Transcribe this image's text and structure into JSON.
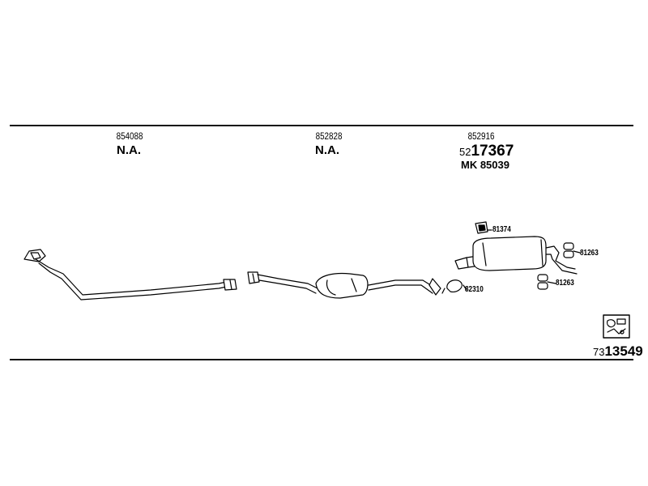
{
  "columns": [
    {
      "part_number": "854088",
      "status": "N.A."
    },
    {
      "part_number": "852828",
      "status": "N.A."
    },
    {
      "part_number": "852916",
      "ref_prefix": "52",
      "ref_main": "17367",
      "mk_label": "MK 85039"
    }
  ],
  "callouts": {
    "bracket_top": "81374",
    "clamp_middle": "82310",
    "rubber_right": "81263",
    "rubber_lower": "81263"
  },
  "kit": {
    "prefix": "73",
    "number": "13549"
  },
  "icons": {
    "pipe_front": "front-exhaust-pipe-icon",
    "pipe_middle": "middle-silencer-icon",
    "pipe_rear": "rear-silencer-icon",
    "kit_box": "mounting-kit-box-icon"
  }
}
